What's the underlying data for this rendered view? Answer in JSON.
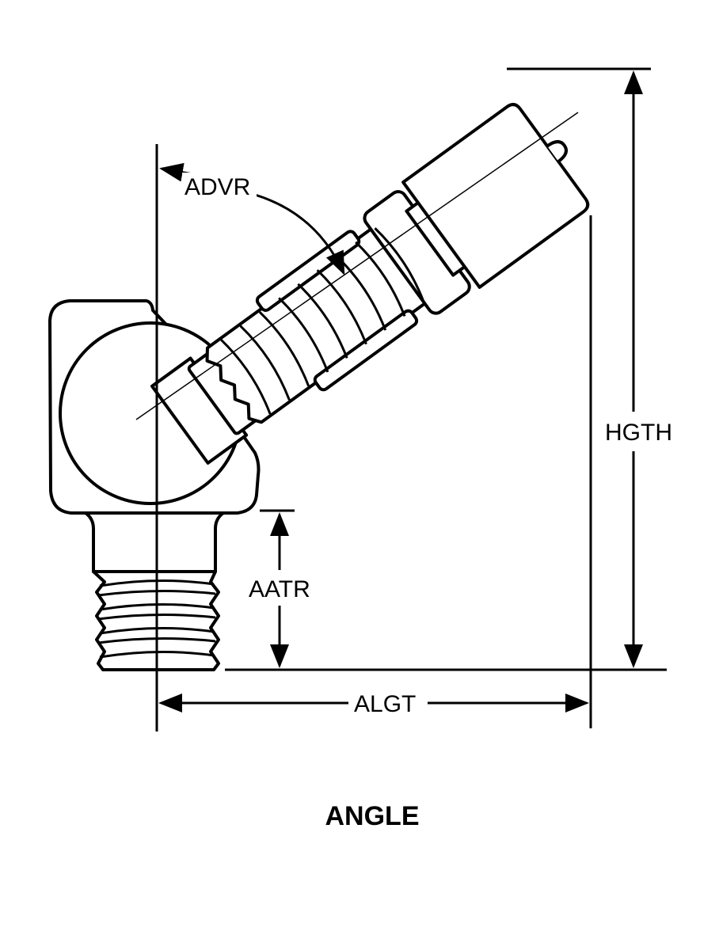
{
  "diagram": {
    "labels": {
      "advr": "ADVR",
      "hgth": "HGTH",
      "aatr": "AATR",
      "algt": "ALGT"
    },
    "caption": "ANGLE"
  },
  "colors": {
    "line": "#000000",
    "background": "#ffffff",
    "fill": "#ffffff"
  }
}
